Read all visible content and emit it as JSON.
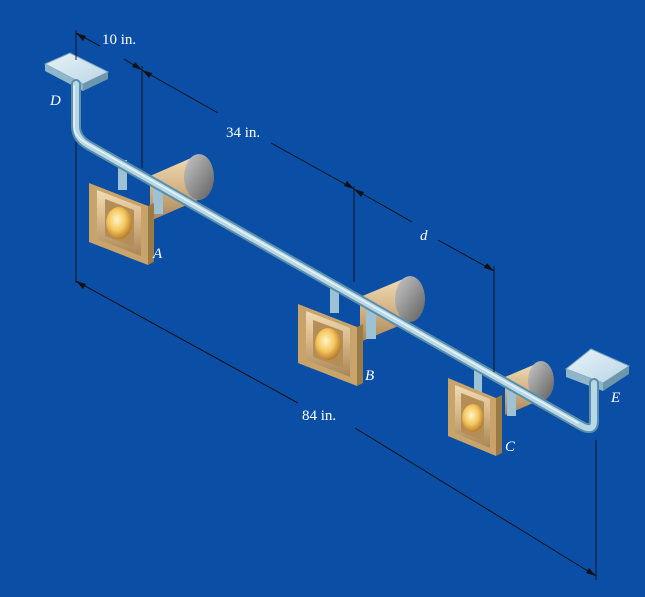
{
  "figure": {
    "background_color": "#0a4ea6",
    "pipe_color": "#a9cfe0",
    "lamp_body_color": "#d9b98a",
    "lamp_frame_color": "#d6b47c",
    "points": {
      "D": "D",
      "E": "E"
    },
    "lamps": [
      {
        "label": "A"
      },
      {
        "label": "B"
      },
      {
        "label": "C"
      }
    ],
    "dimensions": {
      "d1": "10 in.",
      "d2": "34 in.",
      "d3": "d",
      "total": "84 in."
    }
  }
}
